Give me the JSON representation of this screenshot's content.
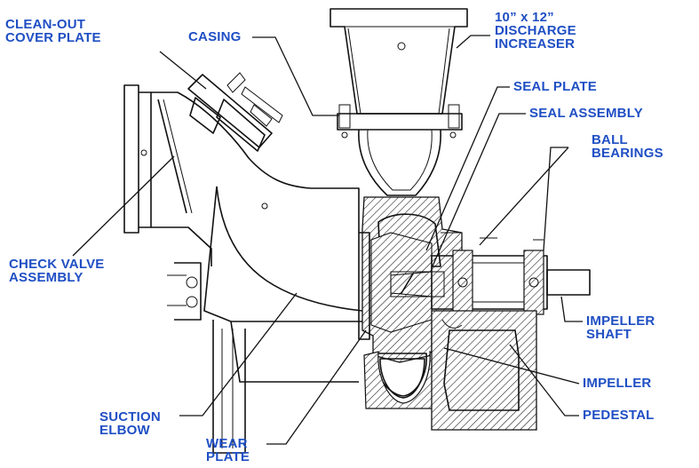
{
  "colors": {
    "label": "#1f4fc4",
    "line": "#111111",
    "background": "#ffffff"
  },
  "labels": {
    "cleanout_cover_plate": [
      "CLEAN-OUT",
      "COVER PLATE"
    ],
    "casing": [
      "CASING"
    ],
    "discharge_increaser": [
      "10” x 12”",
      "DISCHARGE",
      "INCREASER"
    ],
    "seal_plate": [
      "SEAL PLATE"
    ],
    "seal_assembly": [
      "SEAL ASSEMBLY"
    ],
    "ball_bearings": [
      "BALL",
      "BEARINGS"
    ],
    "check_valve_assembly": [
      "CHECK VALVE",
      "ASSEMBLY"
    ],
    "impeller_shaft": [
      "IMPELLER",
      "SHAFT"
    ],
    "impeller": [
      "IMPELLER"
    ],
    "pedestal": [
      "PEDESTAL"
    ],
    "suction_elbow": [
      "SUCTION",
      "ELBOW"
    ],
    "wear_plate": [
      "WEAR",
      "PLATE"
    ]
  }
}
